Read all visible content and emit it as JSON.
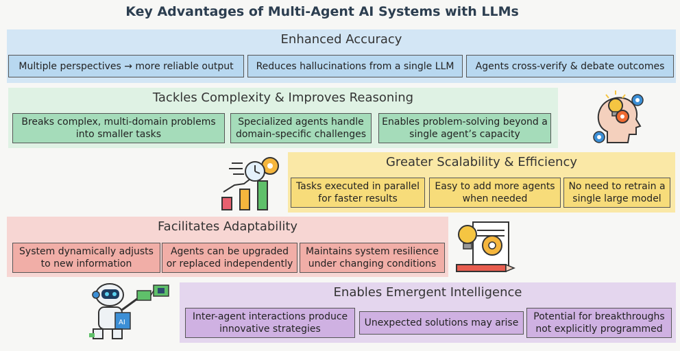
{
  "title": "Key Advantages of Multi-Agent AI Systems with LLMs",
  "panels": [
    {
      "title": "Enhanced Accuracy",
      "items": [
        "Multiple perspectives → more reliable output",
        "Reduces hallucinations from a single LLM",
        "Agents cross-verify & debate outcomes"
      ]
    },
    {
      "title": "Tackles Complexity & Improves Reasoning",
      "items": [
        "Breaks complex, multi-domain problems into smaller tasks",
        "Specialized agents handle domain-specific challenges",
        "Enables problem-solving beyond a single agent’s capacity"
      ]
    },
    {
      "title": "Greater Scalability & Efficiency",
      "items": [
        "Tasks executed in parallel for faster results",
        "Easy to add more agents when needed",
        "No need to retrain a single large model"
      ]
    },
    {
      "title": "Facilitates Adaptability",
      "items": [
        "System dynamically adjusts to new information",
        "Agents can be upgraded or replaced independently",
        "Maintains system resilience under changing conditions"
      ]
    },
    {
      "title": "Enables Emergent Intelligence",
      "items": [
        "Inter-agent interactions produce innovative strategies",
        "Unexpected solutions may arise",
        "Potential for breakthroughs not explicitly programmed"
      ]
    }
  ],
  "icons": {
    "head_icon": "head-lightbulb-gears-icon",
    "chart_icon": "bar-chart-stopwatch-icon",
    "document_icon": "document-lightbulb-gear-icon",
    "robot_icon": "robot-ai-icon",
    "robot_chip_label": "AI"
  },
  "colors": {
    "accuracy": "#d3e6f5",
    "complexity": "#dff2e4",
    "scalability": "#fae8a6",
    "adaptability": "#f7d6d3",
    "emergent": "#e4d6ee"
  }
}
